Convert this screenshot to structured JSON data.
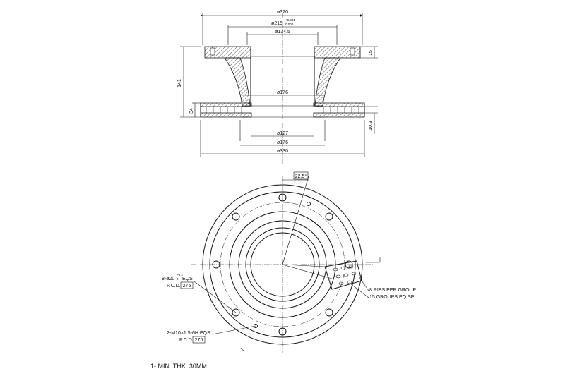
{
  "section_view": {
    "dimensions": {
      "od_flange": "ø320",
      "bore_tol": "ø215",
      "bore_tol_upper": "+0.081",
      "bore_tol_lower": "0.000",
      "inner_flange": "ø134.5",
      "hub_mid": "ø176",
      "hub_bottom": "ø127",
      "hub_base": "ø176",
      "disc_od": "ø330",
      "total_height": "141",
      "disc_thickness": "34",
      "flange_thickness": "15",
      "vent_height": "10.3"
    }
  },
  "front_view": {
    "angle_label": "22.5°",
    "holes_note": {
      "line1": "8-ø20",
      "line1_tol": "+0.2",
      "line1_tol2": "0",
      "line1_suffix": "EQS",
      "pcd_label": "P.C.D.",
      "pcd_value": "275"
    },
    "threads_note": {
      "line1": "2-M10×1.5-6H EQS",
      "pcd_label": "P.C.D.",
      "pcd_value": "275"
    },
    "ribs_note": {
      "line1": "8 RIBS PER GROUP.",
      "line2": "15 GROUPS EQ.SP"
    }
  },
  "footnote": "1- MIN. THK. 30MM."
}
